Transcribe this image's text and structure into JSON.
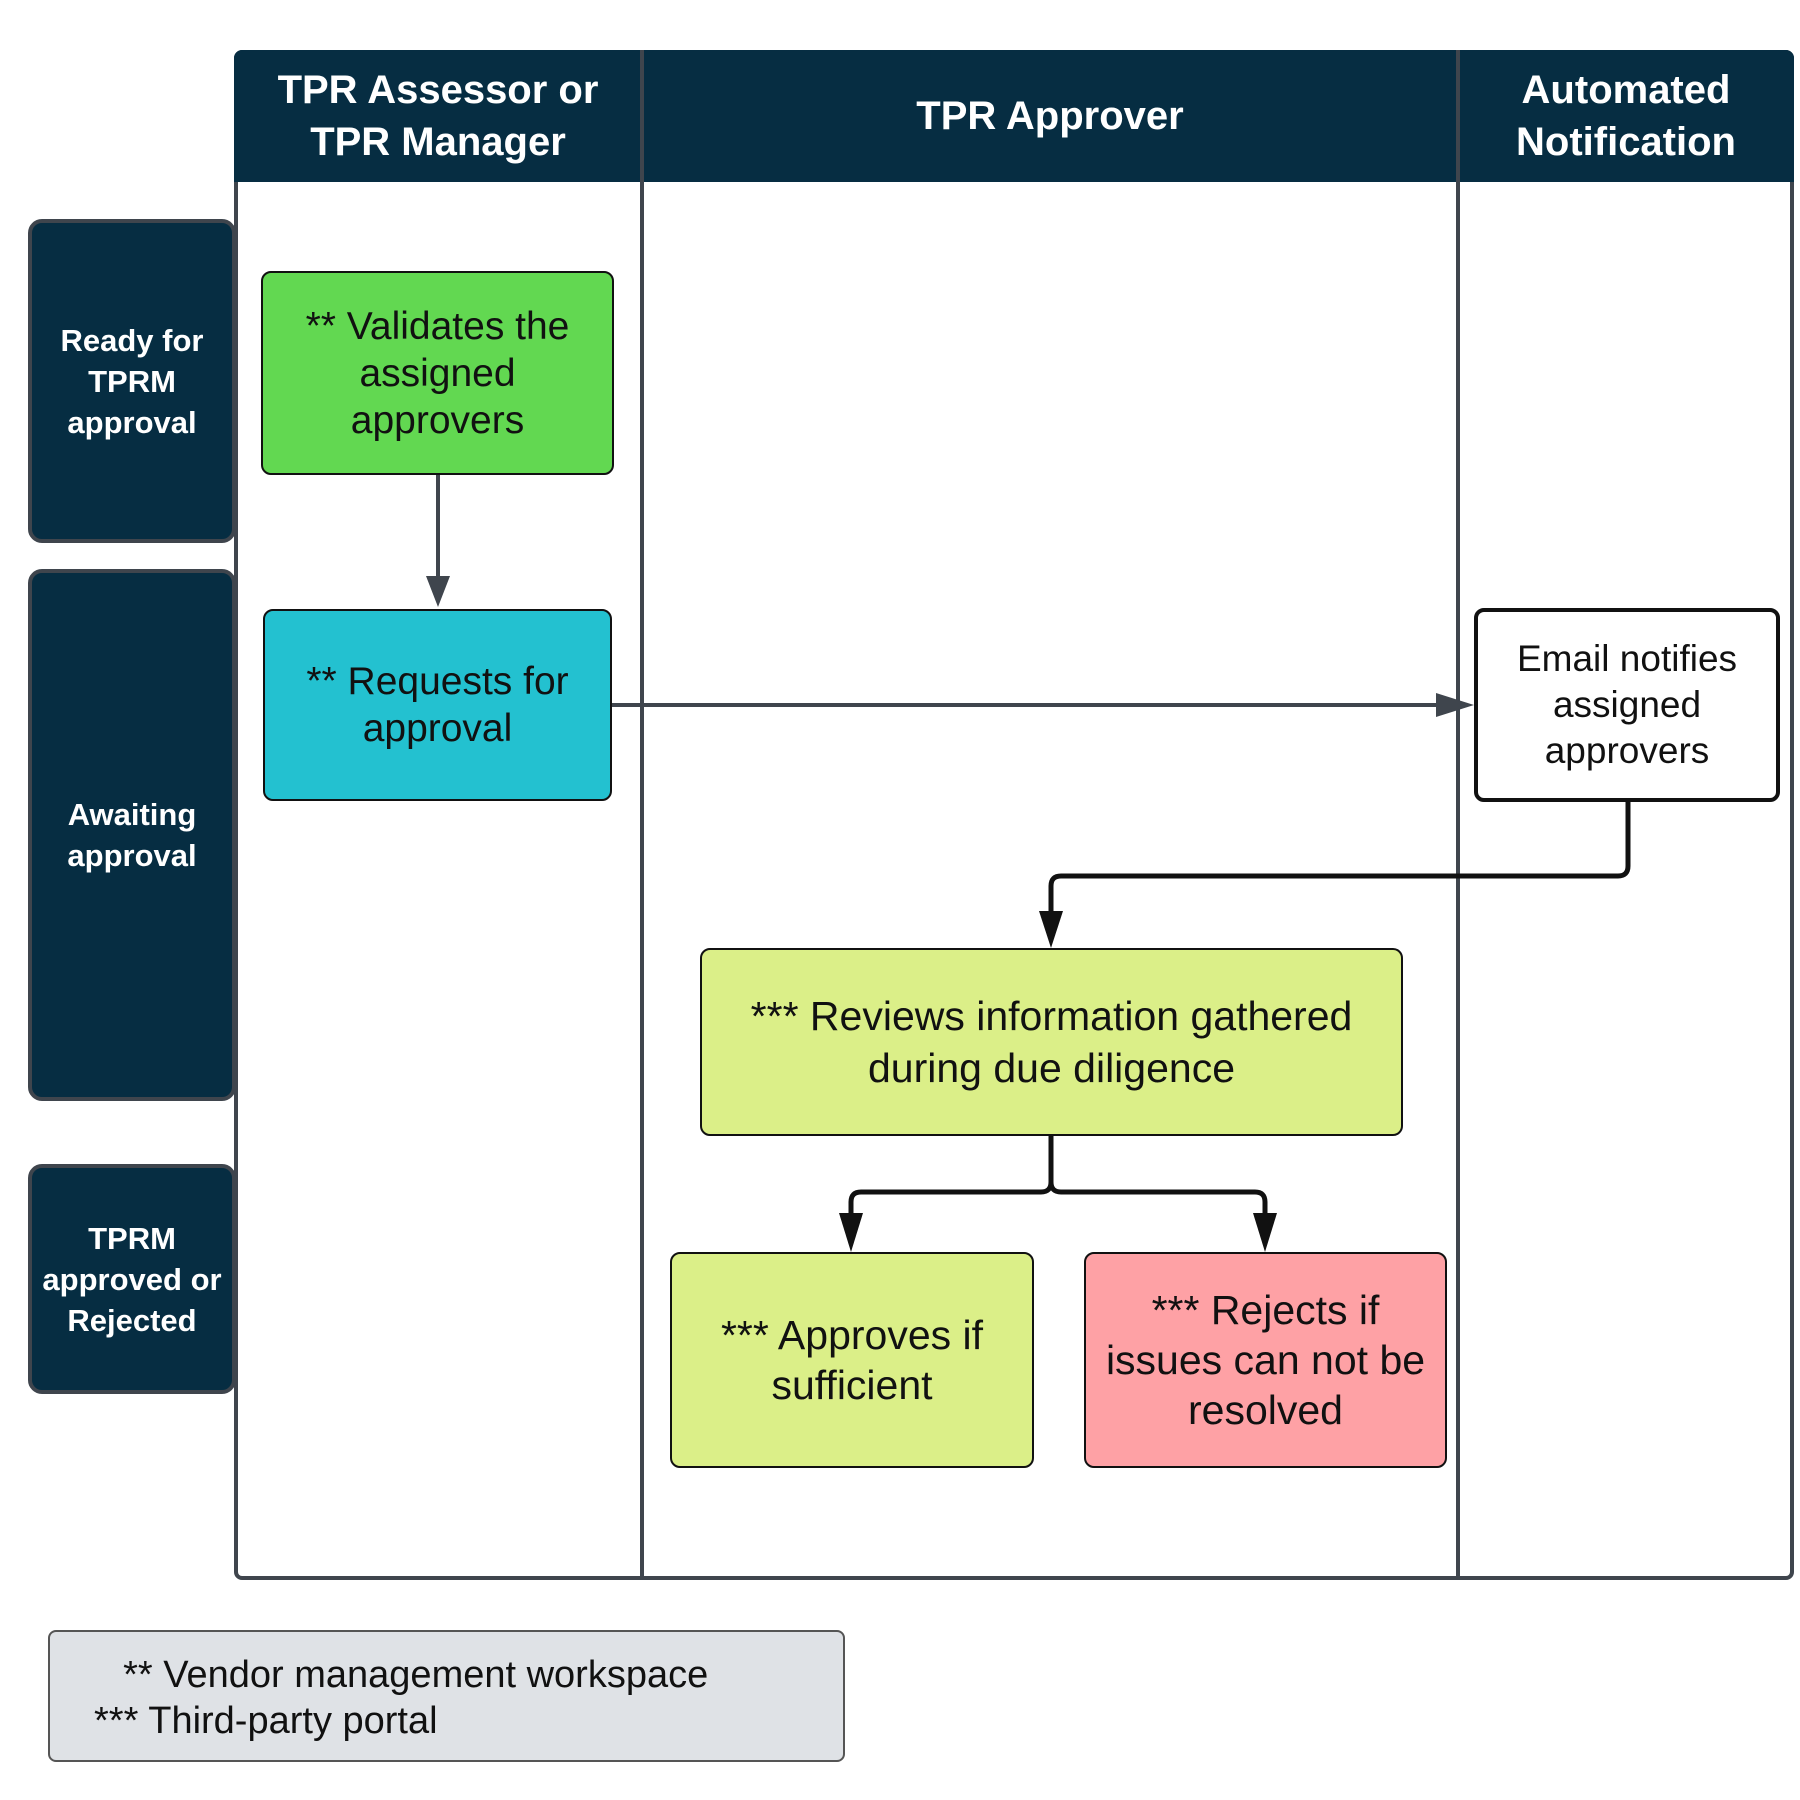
{
  "columns": [
    {
      "label": "TPR Assessor or TPR Manager"
    },
    {
      "label": "TPR Approver"
    },
    {
      "label": "Automated Notification"
    }
  ],
  "rows": [
    {
      "label": "Ready for TPRM approval"
    },
    {
      "label": "Awaiting approval"
    },
    {
      "label": "TPRM approved or Rejected"
    }
  ],
  "nodes": {
    "validates": "** Validates the assigned approvers",
    "requests": "** Requests for approval",
    "email": "Email notifies assigned approvers",
    "reviews": "*** Reviews information gathered during due diligence",
    "approves": "*** Approves if sufficient",
    "rejects": "*** Rejects if issues can not be resolved"
  },
  "legend": {
    "line1": "  ** Vendor management workspace",
    "line2": "*** Third-party portal"
  },
  "colors": {
    "header_bg": "#062d42",
    "frame": "#3f454d",
    "validates": "#62d851",
    "requests": "#23c1d0",
    "reviews": "#dbef88",
    "approves": "#dbef88",
    "rejects": "#fea1a5",
    "legend_bg": "#dfe2e6"
  }
}
